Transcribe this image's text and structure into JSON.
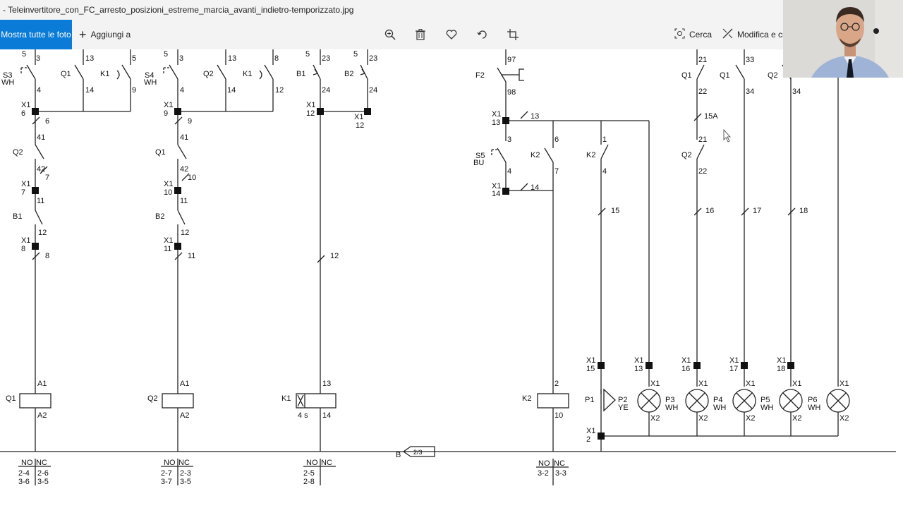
{
  "window": {
    "title": "- Teleinvertitore_con_FC_arresto_posizioni_estreme_marcia_avanti_indietro-temporizzato.jpg"
  },
  "toolbar": {
    "show_all_label": "Mostra tutte le foto",
    "add_to_label": "Aggiungi a",
    "search_label": "Cerca",
    "edit_label": "Modifica e cre",
    "icons": [
      "plus-icon",
      "zoom-in-icon",
      "trash-icon",
      "heart-icon",
      "rotate-icon",
      "crop-icon",
      "search-visual-icon",
      "edit-create-icon"
    ]
  },
  "colors": {
    "accent": "#0a7bd6",
    "toolbar_bg": "#f3f3f3",
    "wire": "#222222"
  },
  "schematic": {
    "col1": {
      "top_nums": [
        "5",
        "3",
        "13",
        "5"
      ],
      "s3": "S3",
      "s3_sub": "WH",
      "q1_top": "Q1",
      "k1_top": "K1",
      "n4": "4",
      "n14": "14",
      "n9": "9",
      "x1a": "X1",
      "x1a_n": "6",
      "wire6": "6",
      "n41": "41",
      "q2": "Q2",
      "n42": "42",
      "wire7": "7",
      "x1b": "X1",
      "x1b_n": "7",
      "n11": "11",
      "b1": "B1",
      "n12": "12",
      "x1c": "X1",
      "x1c_n": "8",
      "wire8": "8",
      "a1": "A1",
      "coil": "Q1",
      "a2": "A2",
      "no": "NO",
      "nc": "NC",
      "no_ref": "2-4\n3-6",
      "nc_ref": "2-6\n3-5"
    },
    "col2": {
      "top_nums": [
        "5",
        "3",
        "13",
        "8"
      ],
      "s4": "S4",
      "s4_sub": "WH",
      "q2_top": "Q2",
      "k1_top": "K1",
      "n4": "4",
      "n14": "14",
      "n12": "12",
      "x1a": "X1",
      "x1a_n": "9",
      "wire9": "9",
      "n41": "41",
      "q1": "Q1",
      "n42": "42",
      "wire10": "10",
      "x1b": "X1",
      "x1b_n": "10",
      "n11": "11",
      "b2": "B2",
      "n12b": "12",
      "x1c": "X1",
      "x1c_n": "11",
      "wire11": "11",
      "a1": "A1",
      "coil": "Q2",
      "a2": "A2",
      "no": "NO",
      "nc": "NC",
      "no_ref": "2-7\n3-7",
      "nc_ref": "2-3\n3-5"
    },
    "col3": {
      "top_nums": [
        "5",
        "23",
        "5",
        "23"
      ],
      "b1": "B1",
      "b2": "B2",
      "n24a": "24",
      "n24b": "24",
      "x1a": "X1",
      "x1a_n": "12",
      "x1b": "X1",
      "x1b_n": "12",
      "wire12": "12",
      "n13": "13",
      "coil": "K1",
      "delay": "4 s",
      "n14": "14",
      "no": "NO",
      "nc": "NC",
      "no_ref": "2-5\n2-8"
    },
    "bus_ref": {
      "letter": "B",
      "page": "2/3"
    },
    "col4": {
      "n97": "97",
      "f2": "F2",
      "n98": "98",
      "x1a": "X1",
      "x1a_n": "13",
      "wire13": "13",
      "n3": "3",
      "s5": "S5",
      "s5_sub": "BU",
      "n4": "4",
      "x1b": "X1",
      "x1b_n": "14",
      "wire14": "14",
      "k2a": "K2",
      "n6": "6",
      "n7": "7",
      "k2b": "K2",
      "n1": "1",
      "n4b": "4",
      "wire15": "15",
      "n2": "2",
      "coil": "K2",
      "n10": "10",
      "no": "NO",
      "nc": "NC",
      "no_ref": "3-2",
      "nc_ref": "3-3"
    },
    "lamps": {
      "q1a": "Q1",
      "n21a": "21",
      "n22a": "22",
      "wire15a": "15A",
      "n21b": "21",
      "q2a": "Q2",
      "n22b": "22",
      "wire16": "16",
      "q1b": "Q1",
      "n33": "33",
      "n34a": "34",
      "wire17": "17",
      "q2b": "Q2",
      "n34b": "34",
      "wire18": "18",
      "x1_15": "X1",
      "x1_15n": "15",
      "x1_13": "X1",
      "x1_13n": "13",
      "x1_16": "X1",
      "x1_16n": "16",
      "x1_17": "X1",
      "x1_17n": "17",
      "x1_18": "X1",
      "x1_18n": "18",
      "x1_2": "X1",
      "x1_2n": "2",
      "p1": "P1",
      "p2": "P2",
      "p2_col": "YE",
      "p3": "P3",
      "p3_col": "WH",
      "p4": "P4",
      "p4_col": "WH",
      "p5": "P5",
      "p5_col": "WH",
      "p6": "P6",
      "p6_col": "WH",
      "x1": "X1",
      "x2": "X2"
    }
  }
}
